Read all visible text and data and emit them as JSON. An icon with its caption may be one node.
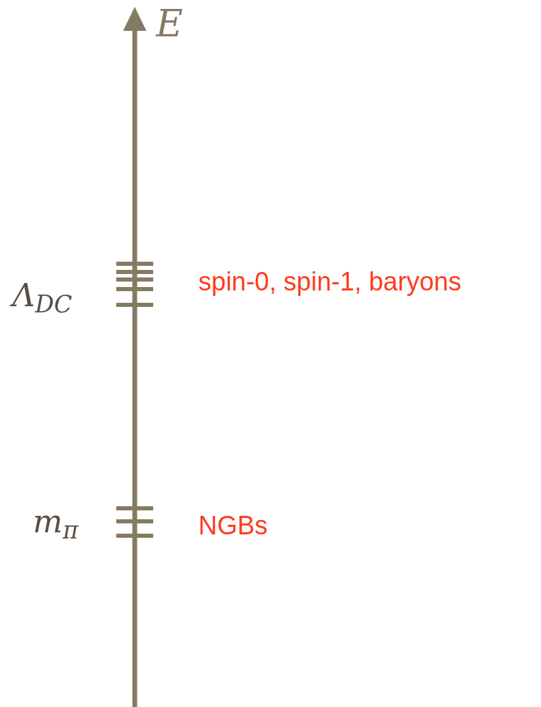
{
  "diagram": {
    "labels": [
      "E",
      "Λ$_{DC}$",
      "spin-0, spin-1, baryons",
      "m$_{π}$",
      "NGBs"
    ]
  }
}
